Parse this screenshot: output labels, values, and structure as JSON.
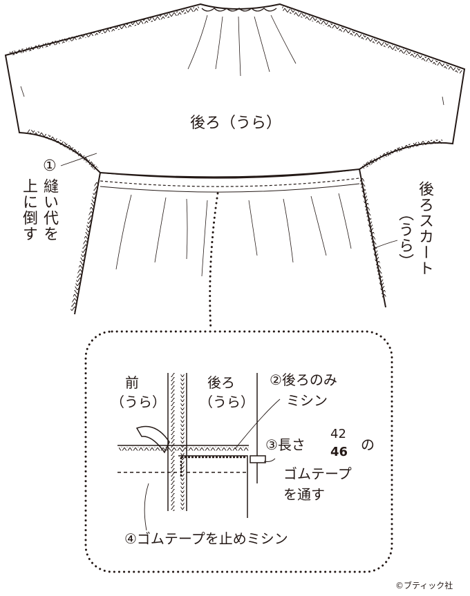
{
  "main_label": "後ろ（うら）",
  "step1": {
    "marker": "①",
    "text_lines": [
      "縫い代を",
      "上に倒す"
    ]
  },
  "skirt_label_lines": [
    "後ろスカート",
    "（うら）"
  ],
  "detail": {
    "front_lines": [
      "前",
      "（うら）"
    ],
    "back_lines": [
      "後ろ",
      "（うら）"
    ],
    "step2_lines": [
      "②後ろのみ",
      "ミシン"
    ],
    "step3": {
      "prefix": "③長さ",
      "length_top": "42",
      "length_bottom": "46",
      "suffix": "の",
      "lines": [
        "ゴムテープ",
        "を通す"
      ]
    },
    "step4": "④ゴムテープを止めミシン"
  },
  "copyright": "©ブティック社"
}
